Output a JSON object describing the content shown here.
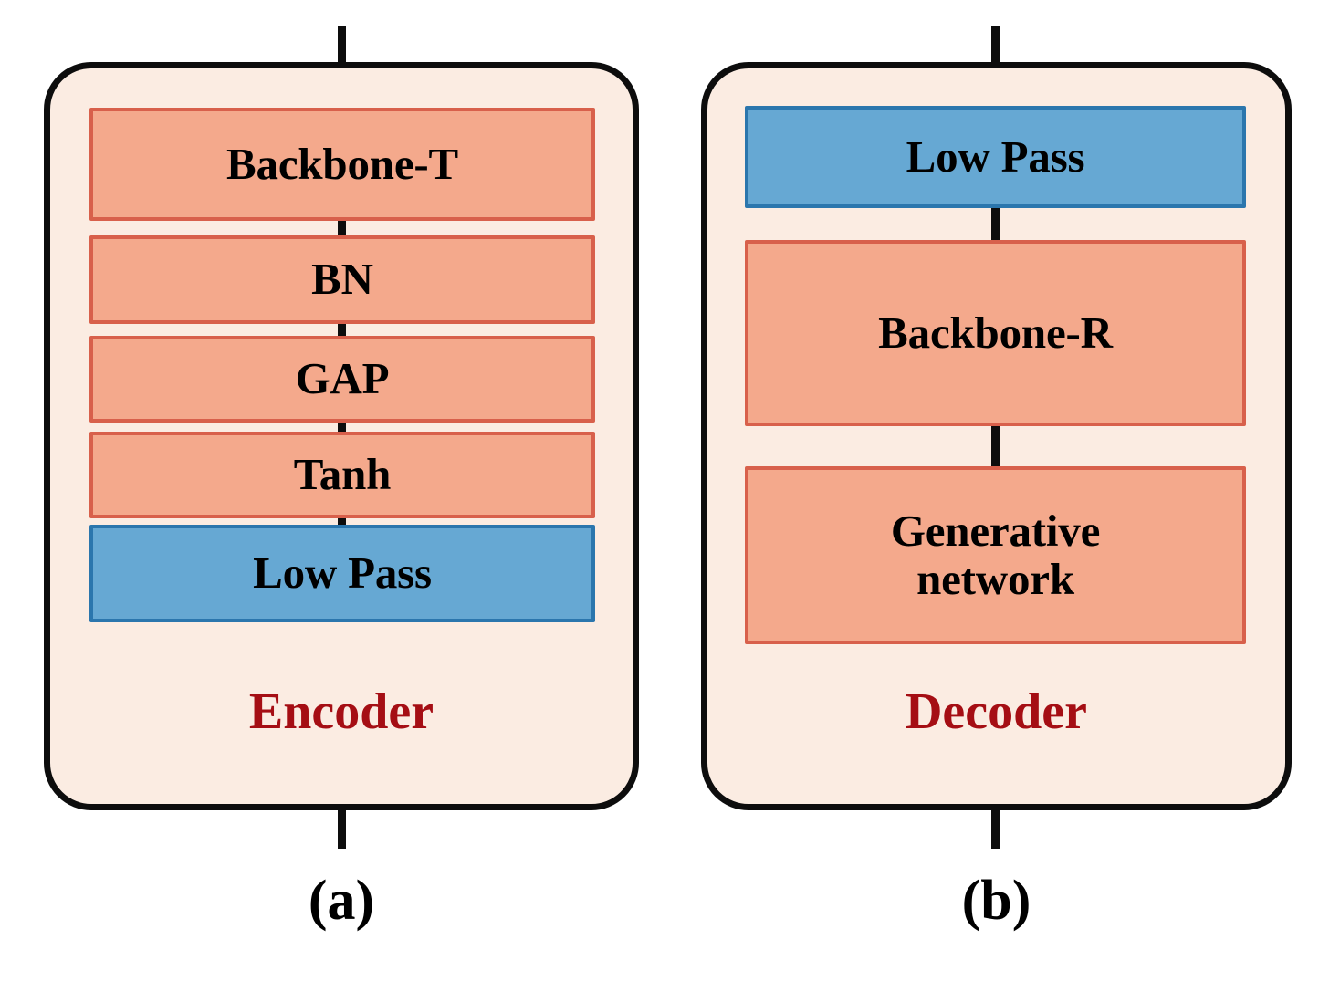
{
  "figure": {
    "background_color": "#ffffff",
    "panels": [
      {
        "id": "encoder",
        "module_label": "Encoder",
        "caption": "(a)",
        "blocks": [
          {
            "label": "Backbone-T",
            "color": "orange"
          },
          {
            "label": "BN",
            "color": "orange"
          },
          {
            "label": "GAP",
            "color": "orange"
          },
          {
            "label": "Tanh",
            "color": "orange"
          },
          {
            "label": "Low Pass",
            "color": "blue"
          }
        ]
      },
      {
        "id": "decoder",
        "module_label": "Decoder",
        "caption": "(b)",
        "blocks": [
          {
            "label": "Low Pass",
            "color": "blue"
          },
          {
            "label": "Backbone-R",
            "color": "orange"
          },
          {
            "label": "Generative\nnetwork",
            "color": "orange"
          }
        ]
      }
    ]
  },
  "colors": {
    "module_fill": "#fbece2",
    "module_border": "#0d0d0d",
    "orange_fill": "#f4a98c",
    "orange_border": "#d8604b",
    "blue_fill": "#66a8d3",
    "blue_border": "#2b76ad",
    "module_label_text": "#a50e14",
    "block_label_text": "#000000",
    "connector": "#0d0d0d"
  }
}
